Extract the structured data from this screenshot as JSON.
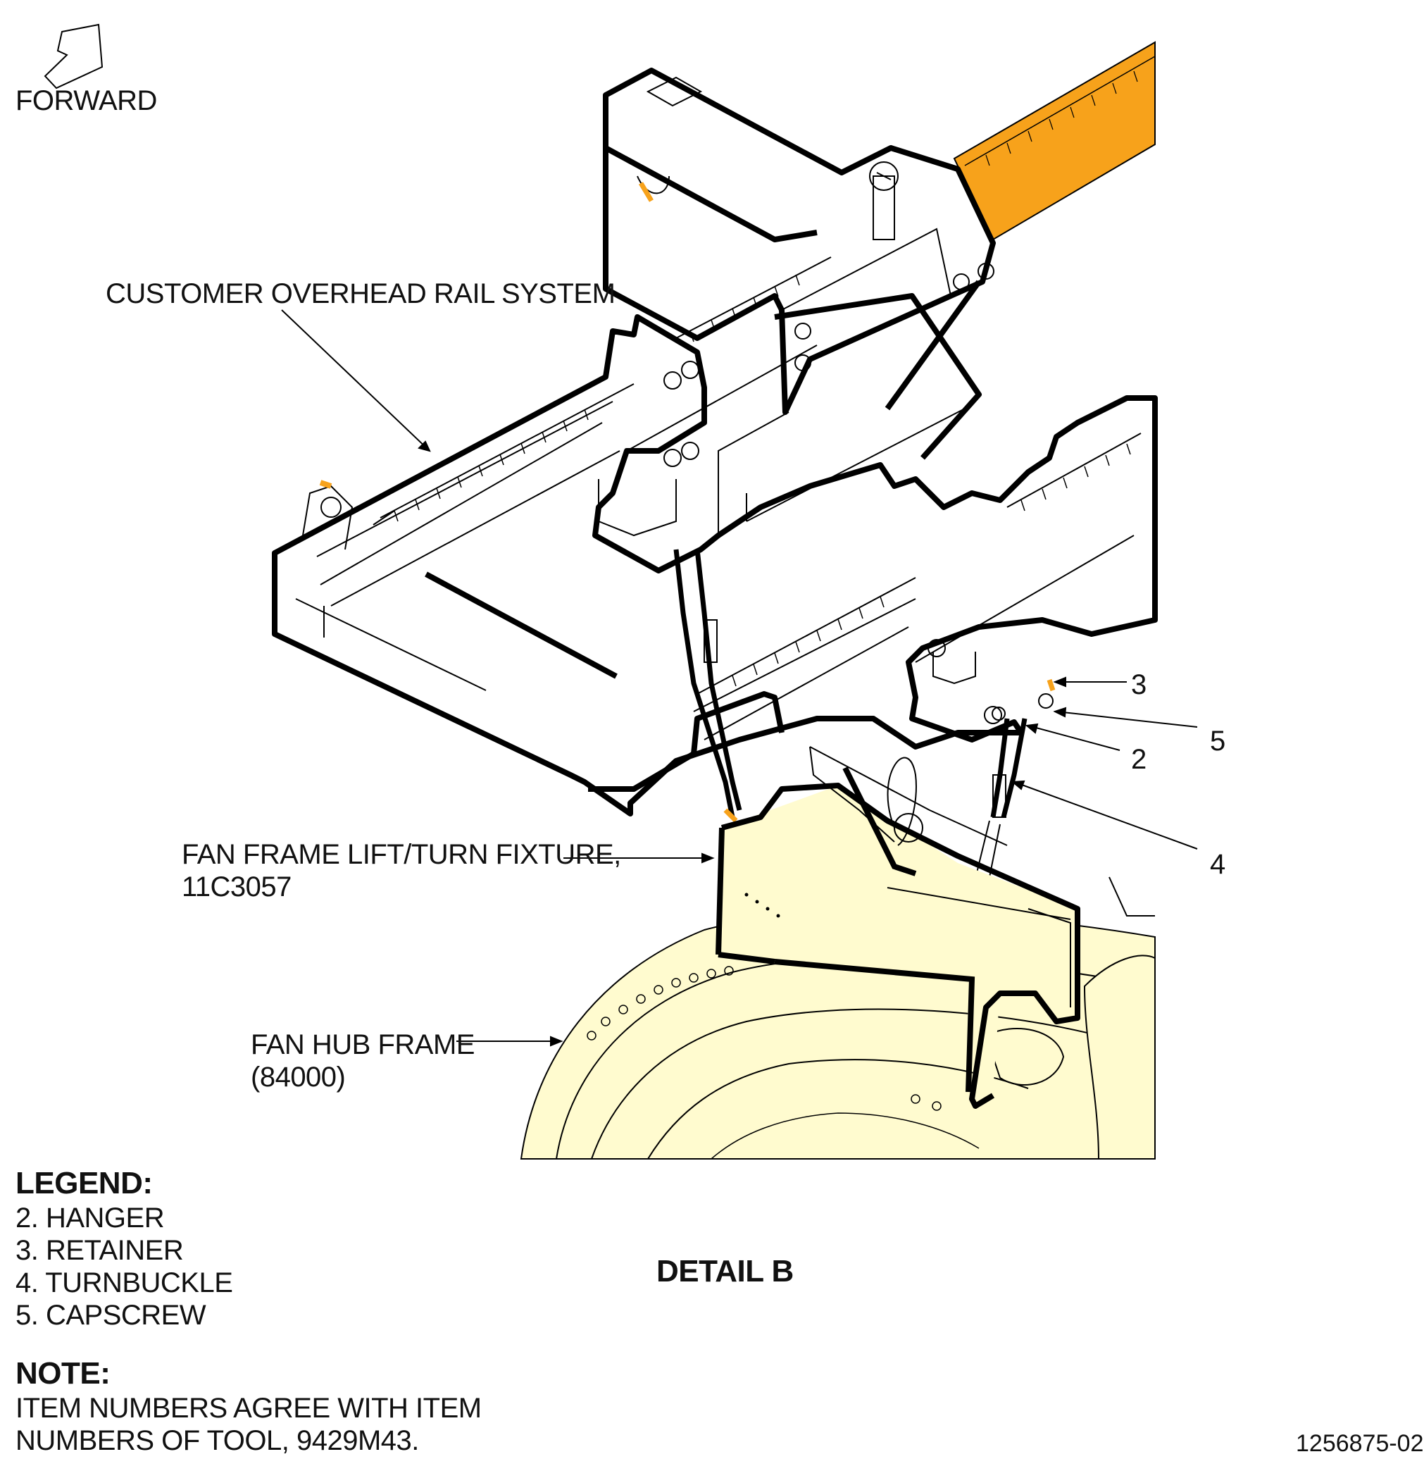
{
  "orientation": {
    "label": "FORWARD"
  },
  "labels": {
    "rail": "CUSTOMER OVERHEAD RAIL SYSTEM",
    "fixture_line1": "FAN FRAME LIFT/TURN FIXTURE,",
    "fixture_line2": "11C3057",
    "hub_line1": "FAN HUB FRAME",
    "hub_line2": "(84000)"
  },
  "callouts": [
    "3",
    "5",
    "2",
    "4"
  ],
  "detail_title": "DETAIL B",
  "legend": {
    "title": "LEGEND:",
    "items": [
      "2. HANGER",
      "3. RETAINER",
      "4. TURNBUCKLE",
      "5. CAPSCREW"
    ]
  },
  "note": {
    "title": "NOTE:",
    "line1": "ITEM NUMBERS AGREE WITH ITEM",
    "line2": "NUMBERS OF TOOL, 9429M43."
  },
  "figure_id": "1256875-02",
  "colors": {
    "highlight_orange": "#F7A21B",
    "hub_fill": "#FFFBCF",
    "outline": "#000000"
  }
}
